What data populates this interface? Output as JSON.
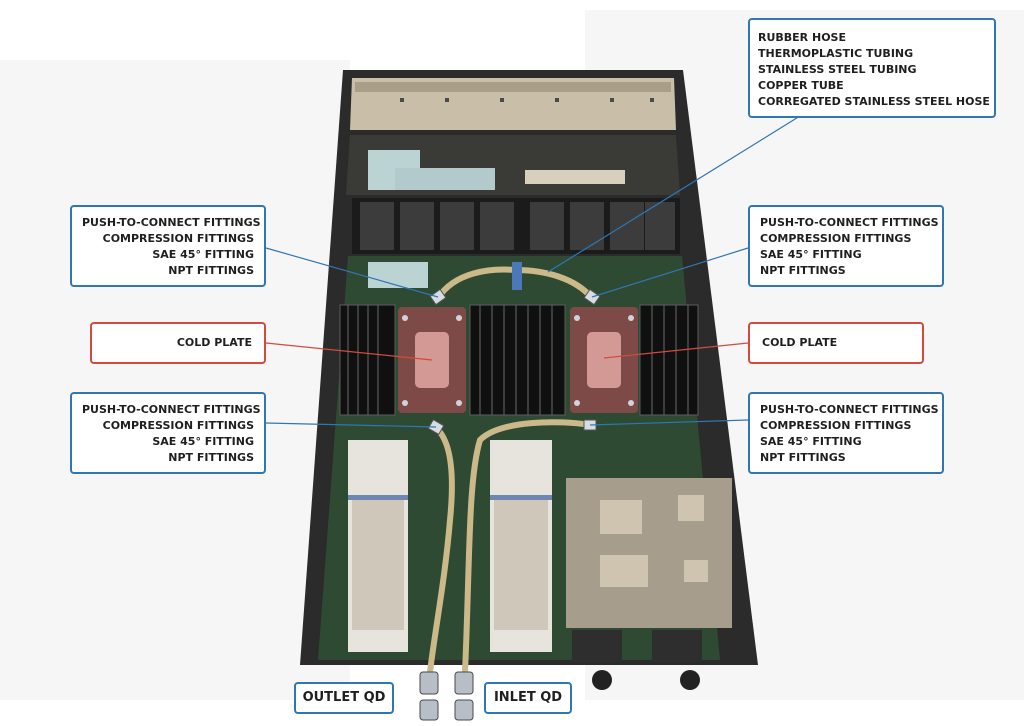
{
  "labels": {
    "hoses": {
      "lines": [
        "RUBBER HOSE",
        "THERMOPLASTIC TUBING",
        "STAINLESS STEEL TUBING",
        "COPPER TUBE",
        "CORREGATED STAINLESS STEEL HOSE"
      ]
    },
    "fittings_upper_left": {
      "lines": [
        "PUSH-TO-CONNECT FITTINGS",
        "COMPRESSION FITTINGS",
        "SAE 45° FITTING",
        "NPT FITTINGS"
      ]
    },
    "fittings_upper_right": {
      "lines": [
        "PUSH-TO-CONNECT FITTINGS",
        "COMPRESSION FITTINGS",
        "SAE 45° FITTING",
        "NPT FITTINGS"
      ]
    },
    "fittings_lower_left": {
      "lines": [
        "PUSH-TO-CONNECT FITTINGS",
        "COMPRESSION FITTINGS",
        "SAE 45° FITTING",
        "NPT FITTINGS"
      ]
    },
    "fittings_lower_right": {
      "lines": [
        "PUSH-TO-CONNECT FITTINGS",
        "COMPRESSION FITTINGS",
        "SAE 45° FITTING",
        "NPT FITTINGS"
      ]
    },
    "cold_plate_left": "COLD PLATE",
    "cold_plate_right": "COLD PLATE",
    "outlet_qd": "OUTLET QD",
    "inlet_qd": "INLET QD"
  },
  "colors": {
    "box_border_blue": "#2f77b3",
    "box_border_red": "#d34a3f",
    "leader_blue": "#2f77b3",
    "leader_red": "#d34a3f",
    "chassis_dark": "#2b2b2b",
    "chassis_tan": "#c9bfa8",
    "board_green": "#2f4a33",
    "cold_plate": "#c98a86",
    "tubing": "#cbb98a"
  }
}
